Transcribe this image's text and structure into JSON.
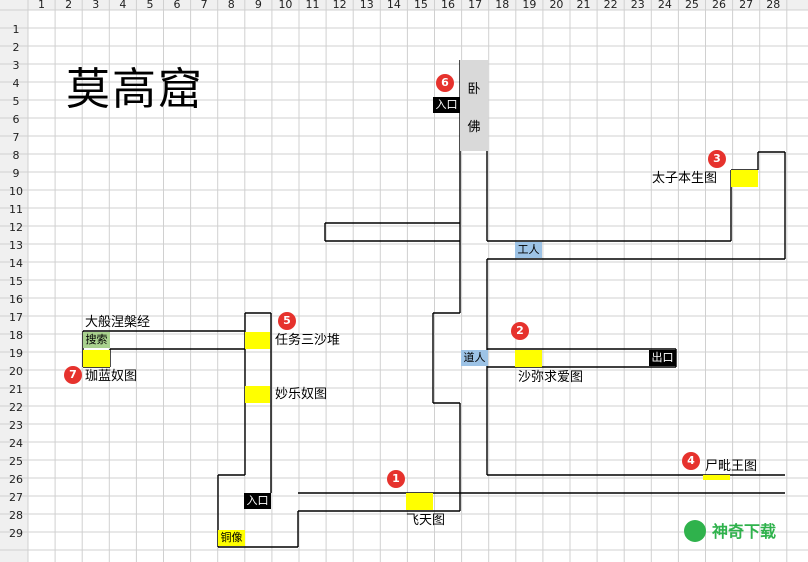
{
  "title": "莫高窟",
  "colors": {
    "corridor": "#000000",
    "highlight": "#ffff00",
    "badge": "#e6322d",
    "buddha": "#d9d9d9",
    "blue_tag": "#9dc3e6",
    "green_tag": "#a9d18e",
    "grid": "#d0d0d0"
  },
  "columns": [
    "1",
    "2",
    "3",
    "4",
    "5",
    "6",
    "7",
    "8",
    "9",
    "10",
    "11",
    "12",
    "13",
    "14",
    "15",
    "16",
    "17",
    "18",
    "19",
    "20",
    "21",
    "22",
    "23",
    "24",
    "25",
    "26",
    "27",
    "28"
  ],
  "rows": [
    "1",
    "2",
    "3",
    "4",
    "5",
    "6",
    "7",
    "8",
    "9",
    "10",
    "11",
    "12",
    "13",
    "14",
    "15",
    "16",
    "17",
    "18",
    "19",
    "20",
    "21",
    "22",
    "23",
    "24",
    "25",
    "26",
    "27",
    "28",
    "29"
  ],
  "buddha": {
    "char1": "卧",
    "char2": "佛"
  },
  "entrance_top": "入口",
  "entrance_bottom": "入口",
  "exit": "出口",
  "taoist": "道人",
  "worker": "工人",
  "search": "搜索",
  "bronze": "铜像",
  "murals": {
    "taizi": "太子本生图",
    "shami": "沙弥求爱图",
    "shipi": "尸毗王图",
    "feitian": "飞天图",
    "renwu": "任务三沙堆",
    "miaole": "妙乐奴图",
    "jialan": "珈蓝奴图",
    "bore": "大般涅槃经"
  },
  "badges": [
    "1",
    "2",
    "3",
    "4",
    "5",
    "6",
    "7"
  ],
  "watermark": "神奇下载"
}
